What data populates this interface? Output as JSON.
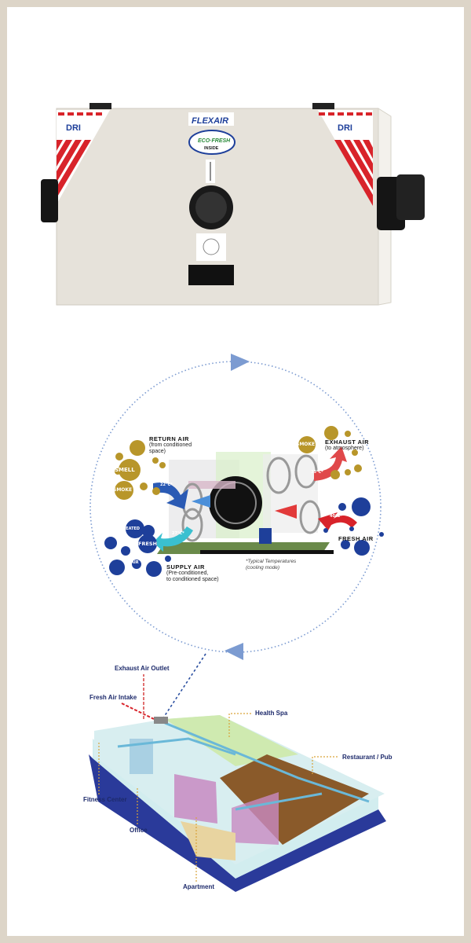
{
  "product": {
    "brand_left": "DRI",
    "brand_right": "DRI",
    "model_logo": "FLEXAIR",
    "badge": "ECO-FRESH",
    "badge_sub": "INSIDE"
  },
  "airflow_diagram": {
    "return_air": {
      "title": "RETURN AIR",
      "desc": [
        "(from conditioned",
        "space)"
      ],
      "temp": "22°C*"
    },
    "exhaust_air": {
      "title": "EXHAUST AIR",
      "desc": [
        "(to atmosphere)"
      ],
      "temp": "35°C*"
    },
    "fresh_air": {
      "title": "FRESH AIR",
      "temp": "40°C*"
    },
    "supply_air": {
      "title": "SUPPLY AIR",
      "desc": [
        "(Pre-conditioned,",
        "to conditioned space)"
      ],
      "temp": "27°C*"
    },
    "note": [
      "*Typical Temperatures",
      "(cooling mode)"
    ],
    "bubbles": {
      "smell": "SMELL",
      "smoke1": "SMOKE",
      "smoke2": "SMOKE",
      "heated": "HEATED",
      "fresh": "FRESH",
      "air": "AIR"
    }
  },
  "building": {
    "labels": {
      "exhaust": "Exhaust Air Outlet",
      "intake": "Fresh Air Intake",
      "spa": "Health Spa",
      "restaurant": "Restaurant / Pub",
      "fitness": "Fitness Center",
      "office": "Office",
      "apartment": "Apartment"
    }
  },
  "colors": {
    "frame": "#ddd5c8",
    "accent_red": "#d8232a",
    "label_blue": "#1d2a6b",
    "gold": "#b8962a",
    "bubble_blue": "#1e3f9a"
  }
}
